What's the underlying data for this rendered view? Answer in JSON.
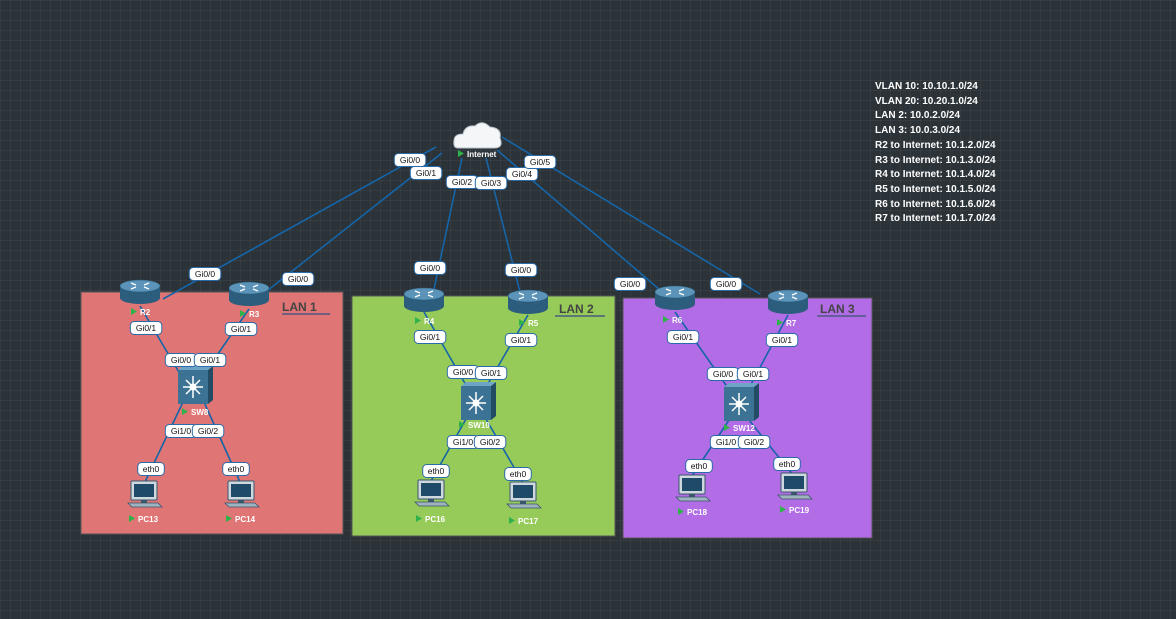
{
  "colors": {
    "link": "#1565a8",
    "lan1_fill": "#e07575",
    "lan2_fill": "#97cb59",
    "lan3_fill": "#b26de6",
    "lan_border": "#555555",
    "label_bg": "#ffffff",
    "label_border": "#2a6aa8",
    "device_text": "#ffffff",
    "play_icon": "#2fb24a"
  },
  "info": [
    "VLAN 10: 10.10.1.0/24",
    "VLAN 20: 10.20.1.0/24",
    "LAN 2: 10.0.2.0/24",
    "LAN 3: 10.0.3.0/24",
    "R2 to Internet: 10.1.2.0/24",
    "R3 to Internet: 10.1.3.0/24",
    "R4 to Internet: 10.1.4.0/24",
    "R5 to Internet: 10.1.5.0/24",
    "R6 to Internet: 10.1.6.0/24",
    "R7 to Internet: 10.1.7.0/24"
  ],
  "lans": [
    {
      "id": "lan1",
      "label": "LAN 1"
    },
    {
      "id": "lan2",
      "label": "LAN 2"
    },
    {
      "id": "lan3",
      "label": "LAN 3"
    }
  ],
  "devices": [
    {
      "id": "internet",
      "name": "Internet",
      "kind": "cloud",
      "icon": "cloud-icon"
    },
    {
      "id": "r2",
      "name": "R2",
      "kind": "router",
      "icon": "router-icon"
    },
    {
      "id": "r3",
      "name": "R3",
      "kind": "router",
      "icon": "router-icon"
    },
    {
      "id": "r4",
      "name": "R4",
      "kind": "router",
      "icon": "router-icon"
    },
    {
      "id": "r5",
      "name": "R5",
      "kind": "router",
      "icon": "router-icon"
    },
    {
      "id": "r6",
      "name": "R6",
      "kind": "router",
      "icon": "router-icon"
    },
    {
      "id": "r7",
      "name": "R7",
      "kind": "router",
      "icon": "router-icon"
    },
    {
      "id": "sw8",
      "name": "SW8",
      "kind": "switch",
      "icon": "switch-icon"
    },
    {
      "id": "sw10",
      "name": "SW10",
      "kind": "switch",
      "icon": "switch-icon"
    },
    {
      "id": "sw12",
      "name": "SW12",
      "kind": "switch",
      "icon": "switch-icon"
    },
    {
      "id": "pc13",
      "name": "PC13",
      "kind": "pc",
      "icon": "computer-icon"
    },
    {
      "id": "pc14",
      "name": "PC14",
      "kind": "pc",
      "icon": "computer-icon"
    },
    {
      "id": "pc16",
      "name": "PC16",
      "kind": "pc",
      "icon": "computer-icon"
    },
    {
      "id": "pc17",
      "name": "PC17",
      "kind": "pc",
      "icon": "computer-icon"
    },
    {
      "id": "pc18",
      "name": "PC18",
      "kind": "pc",
      "icon": "computer-icon"
    },
    {
      "id": "pc19",
      "name": "PC19",
      "kind": "pc",
      "icon": "computer-icon"
    }
  ],
  "links": [
    {
      "a": "internet",
      "b": "r2",
      "a_port": "Gi0/0",
      "b_port": "Gi0/0"
    },
    {
      "a": "internet",
      "b": "r3",
      "a_port": "Gi0/1",
      "b_port": "Gi0/0"
    },
    {
      "a": "internet",
      "b": "r4",
      "a_port": "Gi0/2",
      "b_port": "Gi0/0"
    },
    {
      "a": "internet",
      "b": "r5",
      "a_port": "Gi0/3",
      "b_port": "Gi0/0"
    },
    {
      "a": "internet",
      "b": "r6",
      "a_port": "Gi0/4",
      "b_port": "Gi0/0"
    },
    {
      "a": "internet",
      "b": "r7",
      "a_port": "Gi0/5",
      "b_port": "Gi0/0"
    },
    {
      "a": "r2",
      "b": "sw8",
      "a_port": "Gi0/1",
      "b_port": "Gi0/0"
    },
    {
      "a": "r3",
      "b": "sw8",
      "a_port": "Gi0/1",
      "b_port": "Gi0/1"
    },
    {
      "a": "sw8",
      "b": "pc13",
      "a_port": "Gi1/0",
      "b_port": "eth0"
    },
    {
      "a": "sw8",
      "b": "pc14",
      "a_port": "Gi0/2",
      "b_port": "eth0"
    },
    {
      "a": "r4",
      "b": "sw10",
      "a_port": "Gi0/1",
      "b_port": "Gi0/0"
    },
    {
      "a": "r5",
      "b": "sw10",
      "a_port": "Gi0/1",
      "b_port": "Gi0/1"
    },
    {
      "a": "sw10",
      "b": "pc16",
      "a_port": "Gi1/0",
      "b_port": "eth0"
    },
    {
      "a": "sw10",
      "b": "pc17",
      "a_port": "Gi0/2",
      "b_port": "eth0"
    },
    {
      "a": "r6",
      "b": "sw12",
      "a_port": "Gi0/1",
      "b_port": "Gi0/0"
    },
    {
      "a": "r7",
      "b": "sw12",
      "a_port": "Gi0/1",
      "b_port": "Gi0/1"
    },
    {
      "a": "sw12",
      "b": "pc18",
      "a_port": "Gi1/0",
      "b_port": "eth0"
    },
    {
      "a": "sw12",
      "b": "pc19",
      "a_port": "Gi0/2",
      "b_port": "eth0"
    }
  ]
}
